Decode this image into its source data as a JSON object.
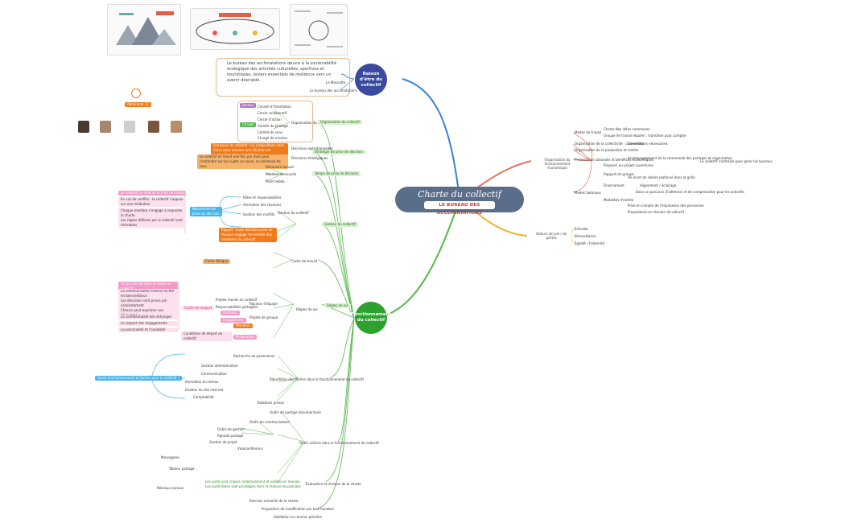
{
  "central": {
    "title": "Charte du collectif",
    "brand": "LE BUREAU DES ACCLIMATATIONS"
  },
  "hubs": {
    "raison": "Raison d'être du collectif",
    "fonctionnement": "Fonctionnement du collectif"
  },
  "raison": {
    "paragraph": "Le bureau des acclimatations œuvre à la soutenabilité écologique des activités culturelles, sportives et touristiques, leviers essentiels de résilience vers un avenir désirable.",
    "items": [
      "La Mascotte",
      "Le bureau des acclimatations"
    ]
  },
  "organisation_fonctions": {
    "label": "Organisation du fonctionnement économique",
    "items": [
      "Modes de travail",
      "Organisation de la collectivité : convention",
      "Organisation de la production et entrée",
      "Propositions salariales et bénéfices économiques",
      "Modes Salariaux"
    ],
    "details": [
      "Charte Nos idées communes",
      "Groupe de travail régulier : transition pour compter",
      "Conventions nécessaires",
      "Accompagnement de la commande des partages et organisation",
      "Le collectif s'entraîne pour gérer les bureaux",
      "Proposer ou projets ouvertures",
      "Rapport de groupe",
      "Financement",
      "Alignement / éclairage",
      "Modalités d'entrée",
      "Un écart de salaire plafonné dans la grille",
      "Dans un parcours d'adhésion et de compensation pour les activités",
      "Prise en compte de l'implication des personnes",
      "Propositions en réunion de collectif"
    ]
  },
  "valeurs": {
    "label": "Valeurs de joie / de gestes",
    "items": [
      "Entraide",
      "Bienveillance",
      "Égalité / Fraternité"
    ]
  },
  "gouvernance": {
    "badge": "Adhérents 12",
    "badge2": "Bureau",
    "badge3": "Chargé",
    "contexte": "Organisation du collectif",
    "items": [
      "Conseil d'Orientation",
      "Cercle collaboratif",
      "Cercle d'action",
      "Comité de pilotage",
      "Comité de suivi",
      "Chargé de mission"
    ]
  },
  "strategie": {
    "label": "Stratégie de prise de décision",
    "note": "Décisions du collectif : les propositions sont faites pour amener une décision en consentement sociocratique",
    "note2": "Le collectif se réunit une fois par mois pour s'entendre sur les sujets en cours, en présence de tous",
    "items": [
      "Décisions opérationnelles",
      "Décisions stratégiques"
    ]
  },
  "temps": {
    "label": "Temps de prise de décision",
    "items": [
      "Séminaire annuel",
      "Réunion mensuelle",
      "Point hebdo"
    ]
  },
  "gestion": {
    "label": "Gestion du collectif",
    "pink_title": "Le collectif se réserve le droit de refuser",
    "pink_items": [
      "En cas de conflits : le collectif s'appuie sur une médiation",
      "Chaque membre s'engage à respecter la charte",
      "Les règles définies par le collectif sont révisables"
    ],
    "blue_label": "Mécanisme de prise de décision",
    "items": [
      "Rôles et responsabilités",
      "Animation des réunions",
      "Gestion des conflits"
    ],
    "orange_note": "Rappel : toute décision prise en réunion engage l'ensemble des membres du collectif"
  },
  "cadre": {
    "label": "Cadre de travail",
    "orange": "Cadre éthique"
  },
  "regles": {
    "label": "Règles de vie",
    "pink_title": "Ce qui est fait dans le cadre du collectif",
    "pink_items": [
      "La communication interne se fait en bienveillance",
      "Les décisions sont prises par consentement",
      "Chacun peut exprimer son désaccord",
      "La confidentialité des échanges",
      "Le respect des engagements",
      "La ponctualité et l'assiduité"
    ],
    "pink_label": "Cadre de respect",
    "items": [
      "Projets menés en collectif",
      "Responsabilités partagées",
      "Réunion d'équipe",
      "Projets de groupe"
    ],
    "badges": [
      "Contacts",
      "Engagement",
      "Membres",
      "Partenaires"
    ],
    "note": "Conditions de départ du collectif"
  },
  "repartition": {
    "label": "Répartition des tâches dans le fonctionnement du collectif",
    "blue": "Quels fonctionnements et tâches pour le collectif ?",
    "items": [
      "Recherche de partenaires",
      "Gestion administrative",
      "Communication",
      "Animation du réseau",
      "Gestion du site internet",
      "Comptabilité",
      "Relations presse"
    ]
  },
  "outils": {
    "label": "Outils utilisés dans le fonctionnement du collectif",
    "items": [
      "Outils de partage documentaire",
      "Outils de communication",
      "Outils de gestion",
      "Agenda partagé",
      "Gestion de projet",
      "Visioconférence",
      "Messagerie",
      "Tableur partagé",
      "Réseaux sociaux"
    ],
    "green_notes": [
      "Les outils sont choisis collectivement et validés en réunion",
      "Les outils libres sont privilégiés dans la mesure du possible"
    ]
  },
  "evaluation": {
    "label": "Évaluation et révision de la charte",
    "items": [
      "Révision annuelle de la charte",
      "Proposition de modification par tout membre",
      "Validation en réunion plénière"
    ]
  },
  "colors": {
    "central": "#5a6d8a",
    "raison_hub": "#3a4a9e",
    "fonctionnement_hub": "#2ea02e",
    "blue_branch": "#3b7dd8",
    "red_branch": "#e8735a",
    "yellow_branch": "#f2b233",
    "green_branch": "#56b84a",
    "orange": "#f07b1d",
    "pink": "#f29ac8",
    "light_blue": "#4ab3e8"
  },
  "icons": {
    "seal": "shield-icon",
    "photos": [
      "avatar",
      "avatar",
      "avatar",
      "avatar",
      "avatar"
    ]
  }
}
